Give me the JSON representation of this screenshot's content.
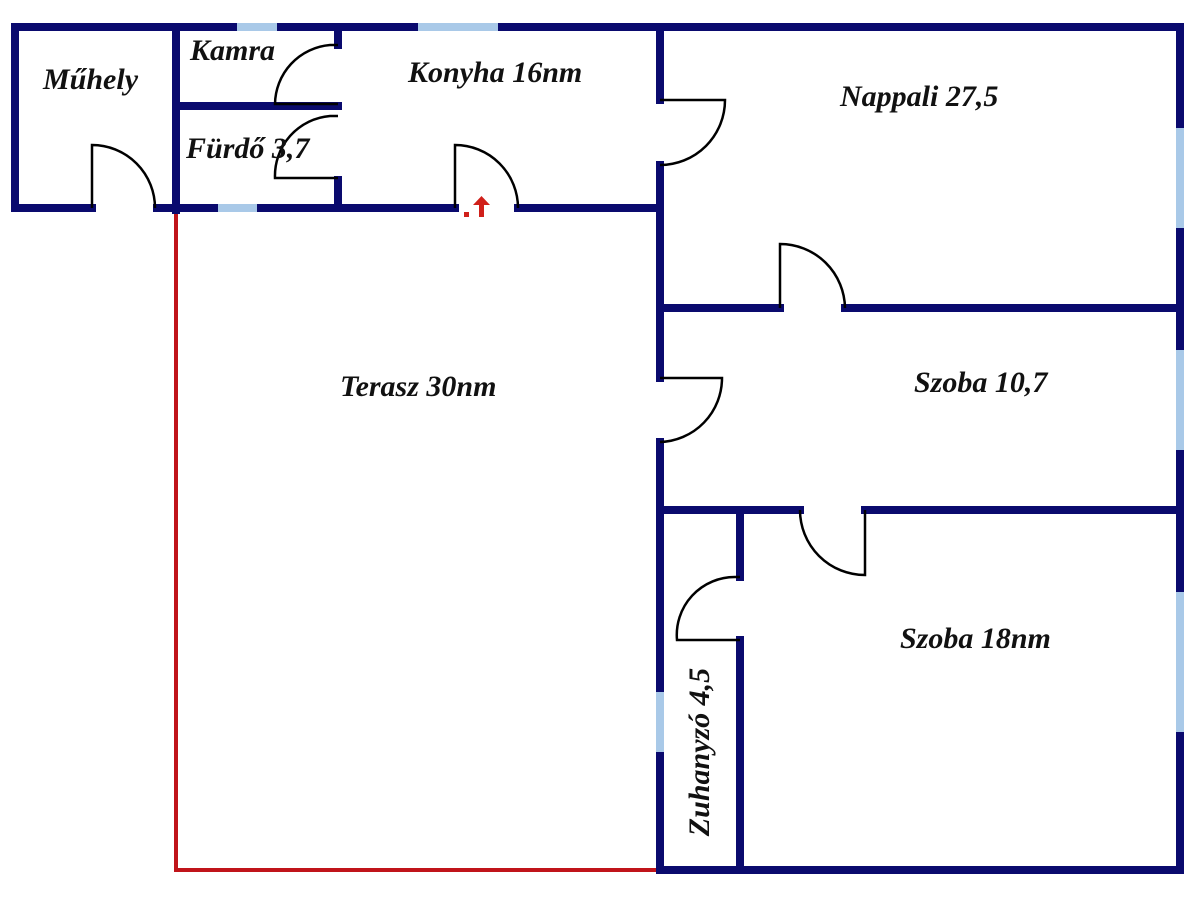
{
  "floor_plan": {
    "rooms": [
      {
        "id": "muhely",
        "label": "Műhely"
      },
      {
        "id": "kamra",
        "label": "Kamra"
      },
      {
        "id": "furdo",
        "label": "Fürdő 3,7"
      },
      {
        "id": "konyha",
        "label": "Konyha 16nm"
      },
      {
        "id": "nappali",
        "label": "Nappali 27,5"
      },
      {
        "id": "terasz",
        "label": "Terasz 30nm"
      },
      {
        "id": "szoba1",
        "label": "Szoba 10,7"
      },
      {
        "id": "szoba2",
        "label": "Szoba 18nm"
      },
      {
        "id": "zuhanyzo",
        "label": "Zuhanyzó 4,5"
      }
    ],
    "colors": {
      "wall": "#0a0a6e",
      "window": "#a9c9e8",
      "terrace_outline": "#c0141a",
      "entrance_marker": "#d0201a"
    },
    "entrance_marker_icon": "up-arrow-icon"
  }
}
